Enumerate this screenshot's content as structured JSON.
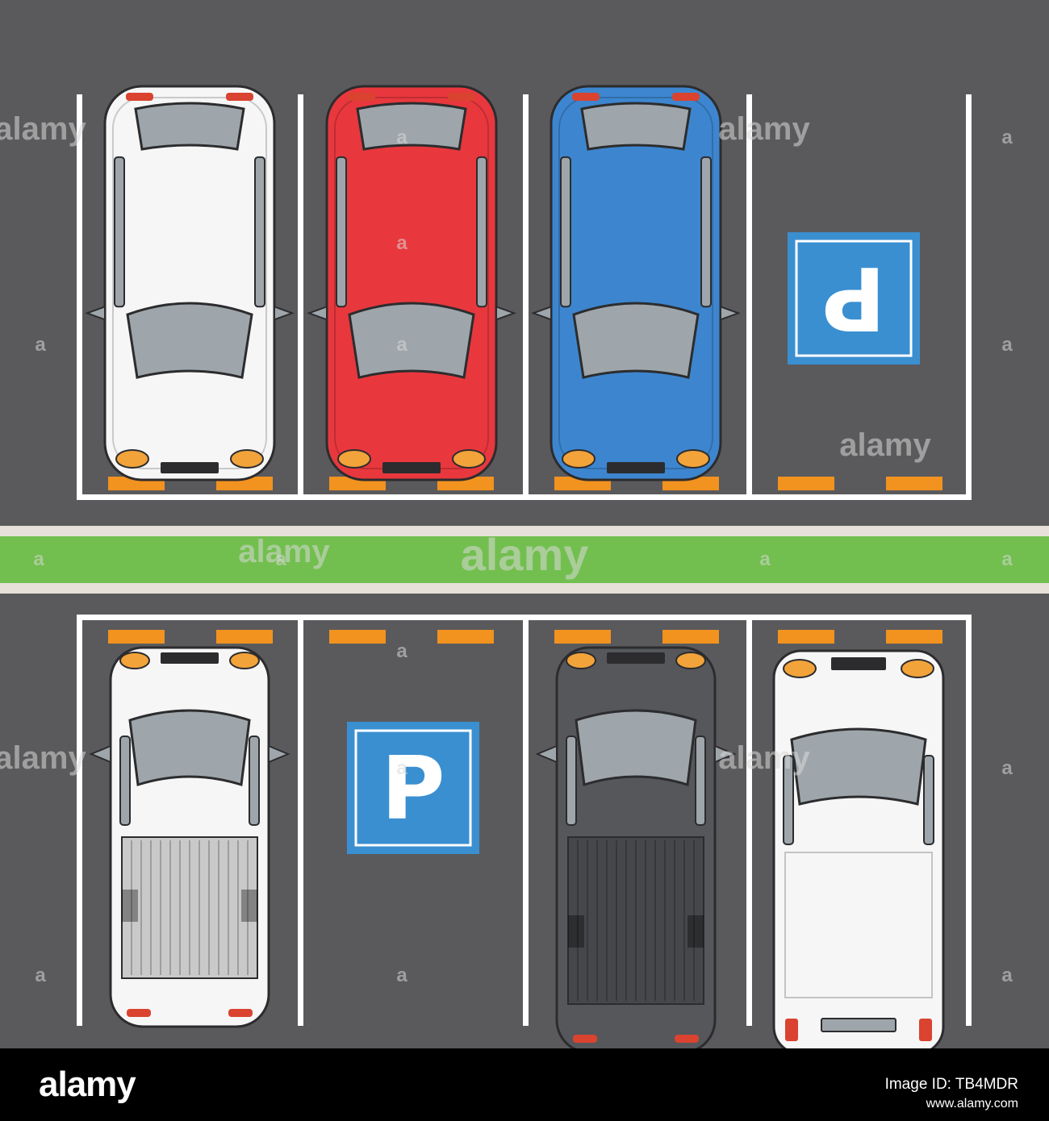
{
  "colors": {
    "asphalt": "#5a5a5c",
    "line": "#ffffff",
    "bumper_mark": "#f2921f",
    "median": "#72bf4f",
    "sign": "#3a8fd1",
    "car_white": "#f6f6f6",
    "car_red": "#e8383d",
    "car_blue": "#3d86cf",
    "car_gray": "#55575b",
    "glass": "#9ea6ab"
  },
  "lots": {
    "top": {
      "spaces": [
        {
          "content": "car",
          "car_color": "white",
          "icon": "car-icon"
        },
        {
          "content": "car",
          "car_color": "red",
          "icon": "car-icon"
        },
        {
          "content": "car",
          "car_color": "blue",
          "icon": "car-icon"
        },
        {
          "content": "parking-sign",
          "sign_letter": "P",
          "rotated": true,
          "icon": "parking-sign-icon"
        }
      ]
    },
    "bottom": {
      "spaces": [
        {
          "content": "pickup",
          "car_color": "white",
          "icon": "pickup-truck-icon"
        },
        {
          "content": "parking-sign",
          "sign_letter": "P",
          "rotated": false,
          "icon": "parking-sign-icon"
        },
        {
          "content": "pickup",
          "car_color": "gray",
          "icon": "pickup-truck-icon"
        },
        {
          "content": "van",
          "car_color": "white",
          "icon": "van-icon"
        }
      ]
    }
  },
  "watermark": {
    "word": "alamy",
    "letter": "a"
  },
  "footer": {
    "brand": "alamy",
    "image_id": "Image ID: TB4MDR",
    "site": "www.alamy.com"
  }
}
